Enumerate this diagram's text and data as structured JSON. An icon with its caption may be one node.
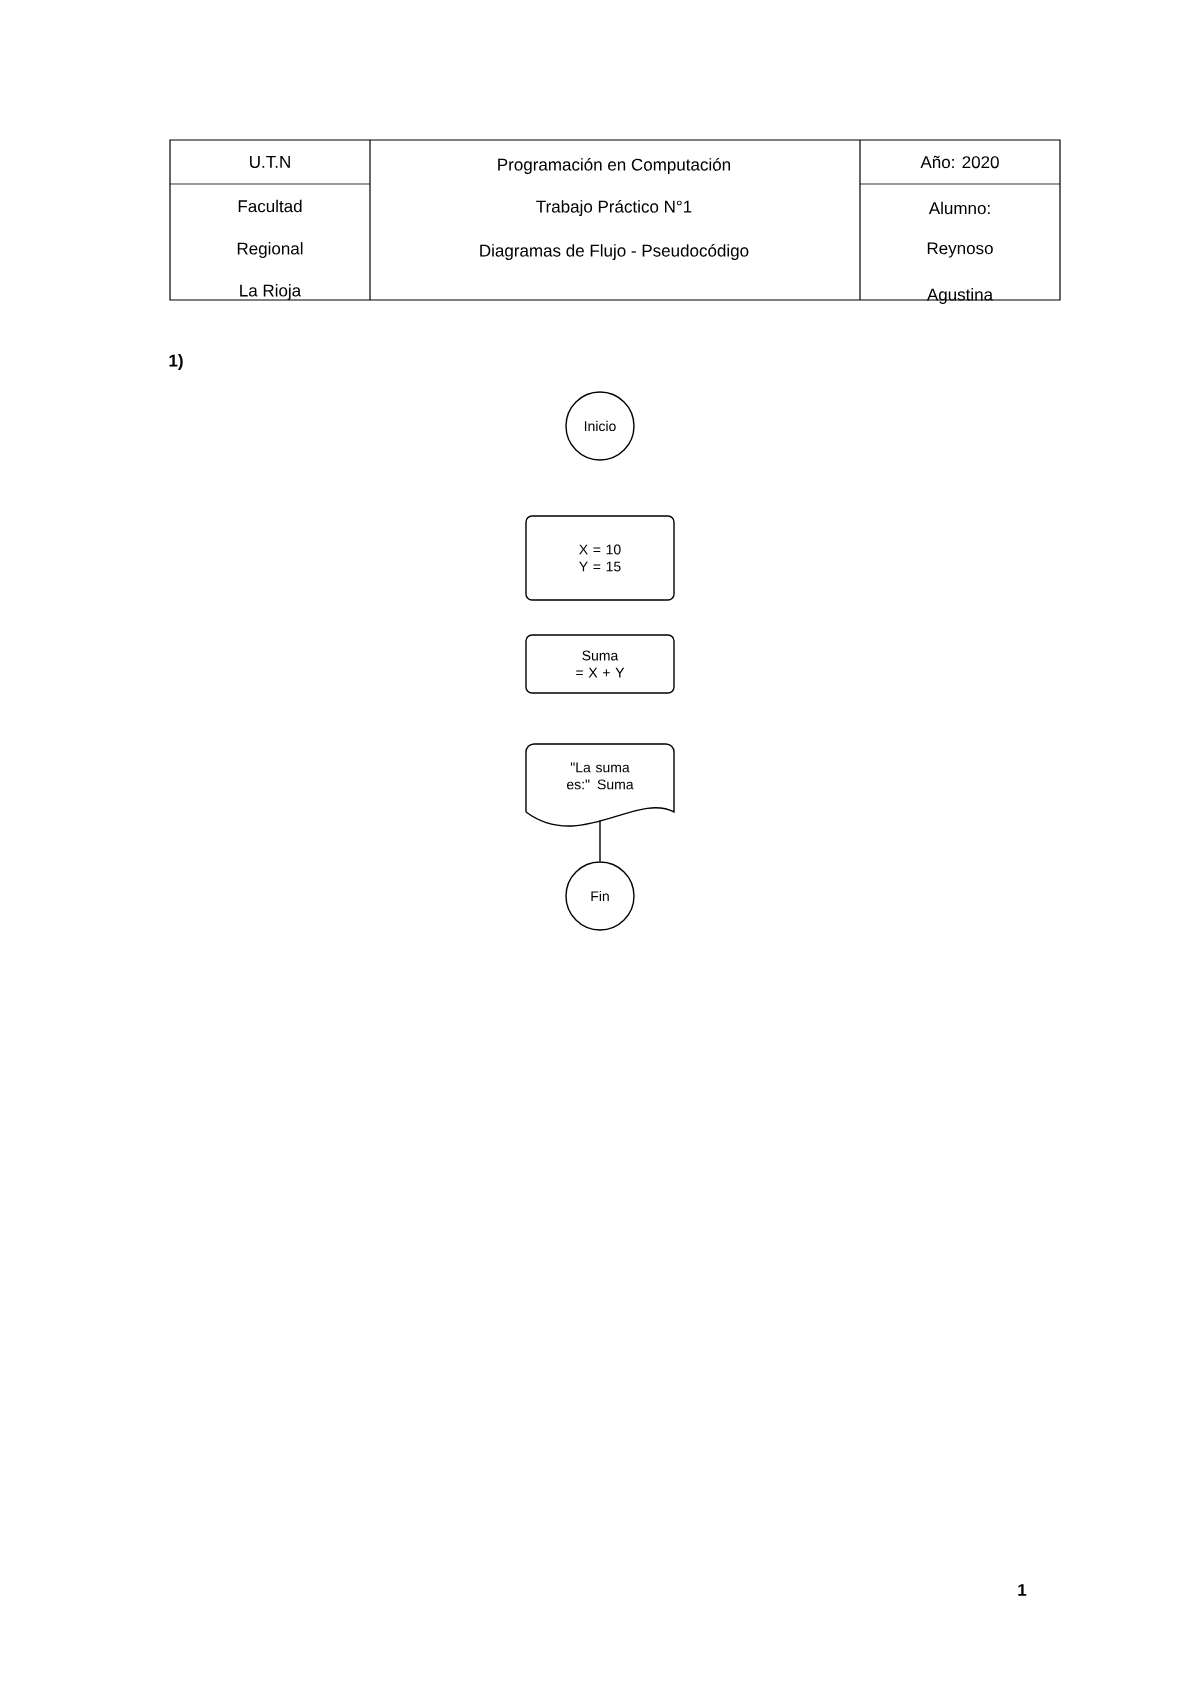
{
  "diagram": {
    "nodes": [
      {
        "text": [
          "Inicio"
        ]
      },
      {
        "text": [
          "X = 10 Y = 15"
        ]
      },
      {
        "text": [
          "Suma = X + Y"
        ]
      },
      {
        "text": [
          "\"La suma es:\" Suma"
        ]
      },
      {
        "text": [
          "Fin"
        ]
      }
    ],
    "edges": [
      {
        "from": 3,
        "to": 4,
        "arrow": "none"
      }
    ],
    "labels": [
      "U.T.N",
      "Programación en Computación",
      "Año: 2020",
      "Facultad",
      "Trabajo Práctico N°1",
      "Alumno:",
      "Regional",
      "Diagramas de Flujo - Pseudocódigo",
      "Reynoso",
      "La Rioja",
      "Agustina",
      "1)",
      "1"
    ]
  }
}
